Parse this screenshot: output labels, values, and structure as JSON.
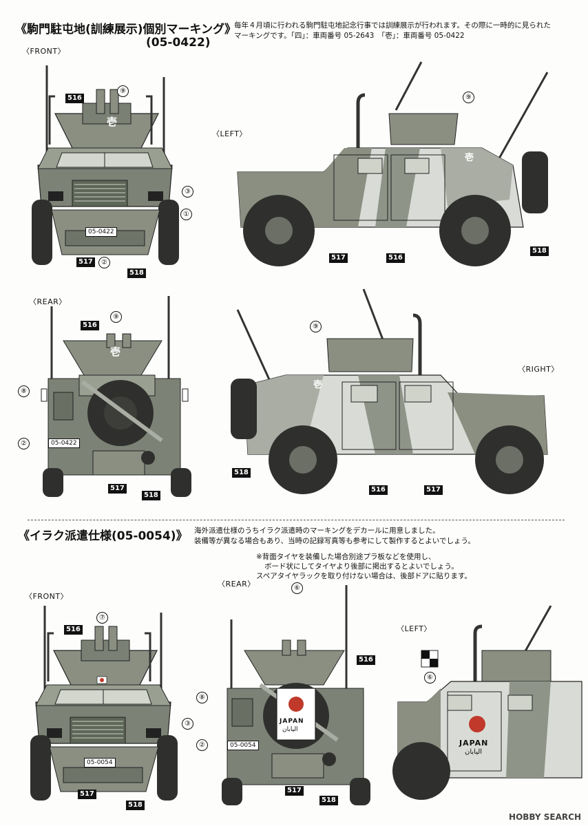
{
  "section1": {
    "title": "《駒門駐屯地(訓練展示)個別マーキング》",
    "subtitle": "(05-0422)",
    "note_line1": "毎年４月頃に行われる駒門駐屯地記念行事では訓練展示が行われます。その際に一時的に見られた",
    "note_line2": "マーキングです。「四」：車両番号 05-2643　「壱」：車両番号 05-0422",
    "views": {
      "front": "〈FRONT〉",
      "left": "〈LEFT〉",
      "rear": "〈REAR〉",
      "right": "〈RIGHT〉"
    },
    "plate": "05-0422",
    "turret_mark": "壱"
  },
  "section2": {
    "title": "《イラク派遣仕様(05-0054)》",
    "note_line1": "海外派遣仕様のうちイラク派遣時のマーキングをデカールに用意しました。",
    "note_line2": "装備等が異なる場合もあり、当時の記録写真等も参考にして製作するとよいでしょう。",
    "remark_line1": "※背面タイヤを装備した場合別途プラ板などを使用し、",
    "remark_line2": "ボード状にしてタイヤより後部に掲出するとよいでしょう。",
    "remark_line3": "スペアタイヤラックを取り付けない場合は、後部ドアに貼ります。",
    "views": {
      "front": "〈FRONT〉",
      "rear": "〈REAR〉",
      "left": "〈LEFT〉"
    },
    "plate": "05-0054",
    "flag_text": "JAPAN",
    "flag_arabic": "اليابان"
  },
  "callouts": {
    "c1": "①",
    "c2": "②",
    "c3": "③",
    "c6": "⑥",
    "c7": "⑦",
    "c8": "⑧",
    "c9": "⑨",
    "t516": "516",
    "t517": "517",
    "t518": "518"
  },
  "watermark": "HOBBY SEARCH",
  "colors": {
    "olive": "#8a8f82",
    "green_dark": "#5d6657",
    "camo_light": "#d9dcd6",
    "camo_mid": "#a9ada3",
    "tire": "#2f302d"
  }
}
